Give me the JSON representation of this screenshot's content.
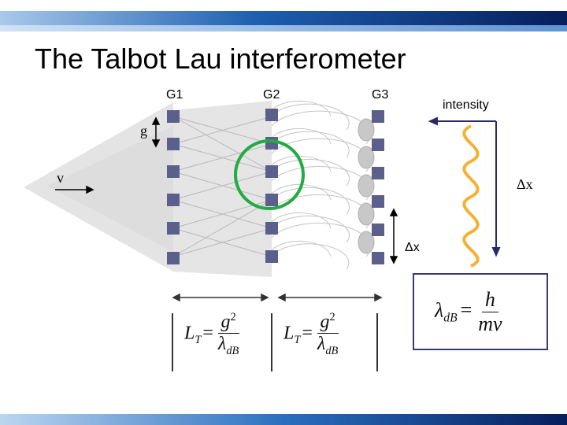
{
  "slide": {
    "title": "The Talbot Lau interferometer"
  },
  "labels": {
    "g1": "G1",
    "g2": "G2",
    "g3": "G3",
    "intensity": "intensity",
    "grating_period": "g",
    "velocity": "v",
    "delta_x_right": "Δx",
    "delta_x_mid": "Δx"
  },
  "formulas": {
    "talbot_length_lhs": "L",
    "talbot_length_sub": "T",
    "talbot_length_num": "g",
    "talbot_length_num_sup": "2",
    "talbot_length_den": "λ",
    "talbot_length_den_sub": "dB",
    "debroglie_lhs": "λ",
    "debroglie_lhs_sub": "dB",
    "debroglie_num": "h",
    "debroglie_den": "mv",
    "equals": "="
  },
  "colors": {
    "top_bar_dark": "#0a2a6b",
    "top_bar_light": "#7fb0e0",
    "grating_square": "#5c5e8c",
    "circle_highlight": "#22aa44",
    "intensity_wave": "#f2b233",
    "arrow": "#2a2a6a",
    "formula_box": "#3a3a70"
  }
}
